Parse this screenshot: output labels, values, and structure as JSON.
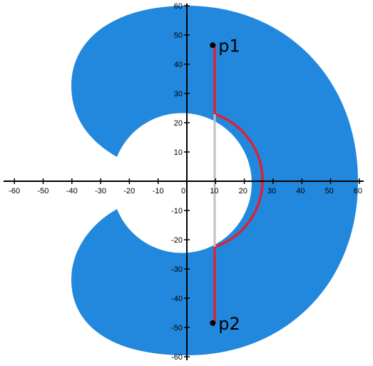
{
  "diagram": {
    "region_color": "#2288dd",
    "chord_color": "#c0c0c0",
    "path_color": "#e02030",
    "axis_color": "#000000",
    "x_ticks": [
      "-60",
      "-50",
      "-40",
      "-30",
      "-20",
      "-10",
      "0",
      "10",
      "20",
      "30",
      "40",
      "50",
      "60"
    ],
    "y_ticks": [
      "60",
      "50",
      "40",
      "30",
      "20",
      "10",
      "0",
      "-10",
      "-20",
      "-30",
      "-40",
      "-50",
      "-60"
    ],
    "points": [
      {
        "label": "p1",
        "x": 9,
        "y": 46.5
      },
      {
        "label": "p2",
        "x": 9,
        "y": -48.5
      }
    ],
    "outer_radius": 60,
    "inner_radius": 24,
    "inner_center": [
      0,
      0
    ]
  }
}
